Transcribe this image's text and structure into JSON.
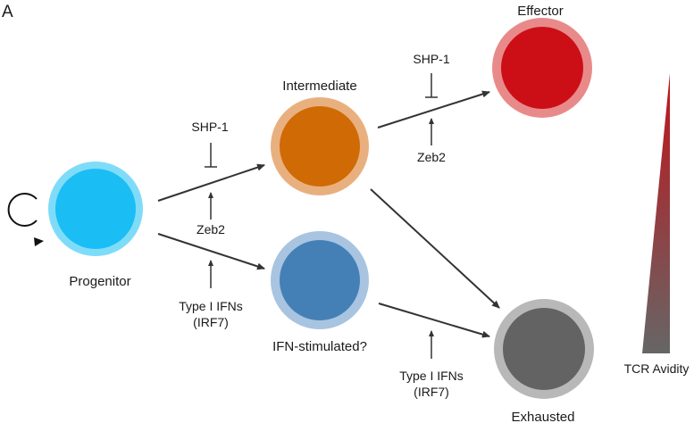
{
  "panel_label": "A",
  "nodes": {
    "progenitor": {
      "label": "Progenitor",
      "outer": "#7fdcf8",
      "inner": "#1bbdf5"
    },
    "intermediate": {
      "label": "Intermediate",
      "outer": "#e9b07f",
      "inner": "#d06a05"
    },
    "effector": {
      "label": "Effector",
      "outer": "#e98a8a",
      "inner": "#cc0f17"
    },
    "ifn": {
      "label": "IFN-stimulated?",
      "outer": "#a8c4e0",
      "inner": "#4480b6"
    },
    "exhausted": {
      "label": "Exhausted",
      "outer": "#b8b8b8",
      "inner": "#636363"
    }
  },
  "regulators": {
    "shp1_a": "SHP-1",
    "zeb2_a": "Zeb2",
    "shp1_b": "SHP-1",
    "zeb2_b": "Zeb2",
    "ifn_a_line1": "Type I IFNs",
    "ifn_a_line2": "(IRF7)",
    "ifn_b_line1": "Type I IFNs",
    "ifn_b_line2": "(IRF7)"
  },
  "avidity": {
    "label": "TCR Avidity",
    "color_top": "#c0141b",
    "color_bottom": "#666666"
  }
}
